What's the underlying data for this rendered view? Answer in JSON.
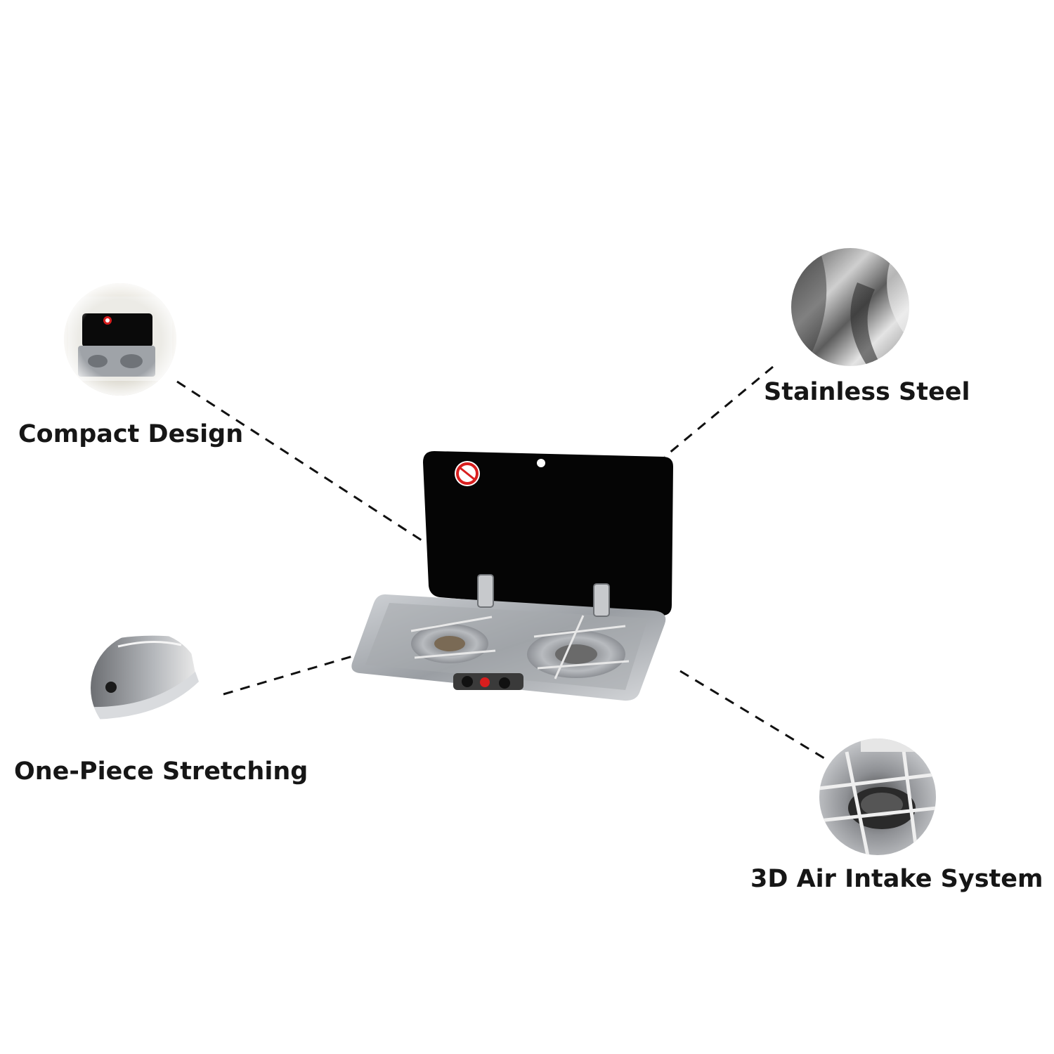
{
  "features": {
    "compact_design": "Compact Design",
    "stainless_steel": "Stainless Steel",
    "one_piece_stretching": "One-Piece Stretching",
    "air_intake_system": "3D Air Intake System"
  },
  "colors": {
    "background": "#ffffff",
    "text": "#161616",
    "lid": "#050505",
    "steel": "#b9bcc0",
    "warning_red": "#d81e1e"
  }
}
